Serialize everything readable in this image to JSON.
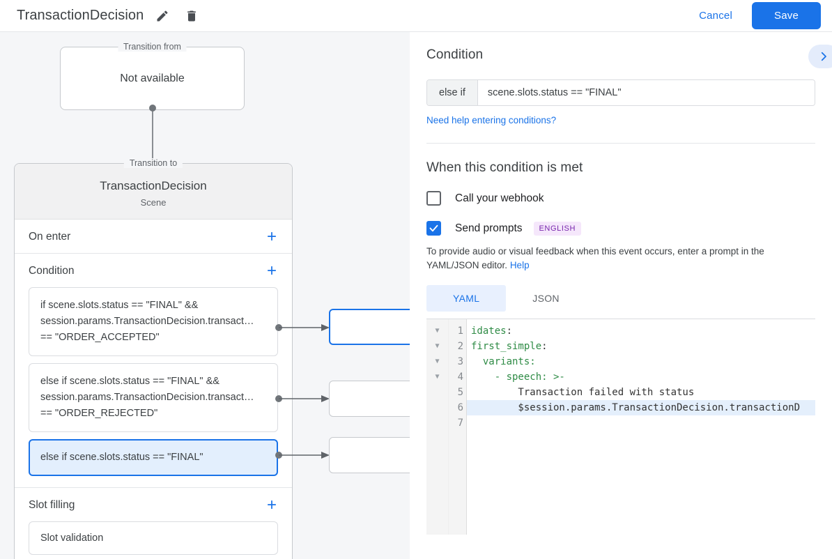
{
  "topbar": {
    "title": "TransactionDecision",
    "edit_icon": "pencil-icon",
    "delete_icon": "trash-icon",
    "cancel_label": "Cancel",
    "save_label": "Save",
    "accent_color": "#1a73e8"
  },
  "canvas": {
    "transition_from": {
      "legend": "Transition from",
      "value": "Not available"
    },
    "transition_to": {
      "legend": "Transition to",
      "name": "TransactionDecision",
      "type": "Scene"
    },
    "sections": [
      {
        "title": "On enter",
        "add_label": "+"
      },
      {
        "title": "Condition",
        "add_label": "+"
      },
      {
        "title": "Slot filling",
        "add_label": "+"
      }
    ],
    "conditions": [
      {
        "text": "if scene.slots.status == \"FINAL\" && session.params.TransactionDecision.transact… == \"ORDER_ACCEPTED\"",
        "selected": false
      },
      {
        "text": "else if scene.slots.status == \"FINAL\" && session.params.TransactionDecision.transact… == \"ORDER_REJECTED\"",
        "selected": false
      },
      {
        "text": "else if scene.slots.status == \"FINAL\"",
        "selected": true
      }
    ],
    "slot_filling": {
      "item": "Slot validation"
    }
  },
  "panel": {
    "title": "Condition",
    "collapse_icon": "chevron-right-icon",
    "condition": {
      "prefix": "else if",
      "value": "scene.slots.status == \"FINAL\"",
      "placeholder": "",
      "help_link": "Need help entering conditions?"
    },
    "when_title": "When this condition is met",
    "webhook": {
      "label": "Call your webhook",
      "checked": false
    },
    "prompts": {
      "label": "Send prompts",
      "checked": true,
      "badge": "ENGLISH",
      "description": "To provide audio or visual feedback when this event occurs, enter a prompt in the YAML/JSON editor.",
      "help_label": "Help",
      "badge_bg": "#f5e7fb",
      "badge_fg": "#7827ad"
    },
    "tabs": [
      {
        "label": "YAML",
        "active": true
      },
      {
        "label": "JSON",
        "active": false
      }
    ],
    "editor": {
      "lines": [
        {
          "n": "1",
          "fold": true,
          "text": "idates:",
          "hl": false,
          "keylen": 6
        },
        {
          "n": "2",
          "fold": true,
          "text": "first_simple:",
          "hl": false,
          "keylen": 12
        },
        {
          "n": "3",
          "fold": true,
          "text": "  variants:",
          "hl": false,
          "keylen": 11
        },
        {
          "n": "4",
          "fold": true,
          "text": "    - speech: >-",
          "hl": false,
          "keylen": 12
        },
        {
          "n": "5",
          "fold": false,
          "text": "        Transaction failed with status",
          "hl": false,
          "keylen": 0
        },
        {
          "n": "6",
          "fold": false,
          "text": "        $session.params.TransactionDecision.transactionD",
          "hl": true,
          "keylen": 0
        },
        {
          "n": "7",
          "fold": false,
          "text": "",
          "hl": false,
          "keylen": 0
        }
      ]
    }
  }
}
